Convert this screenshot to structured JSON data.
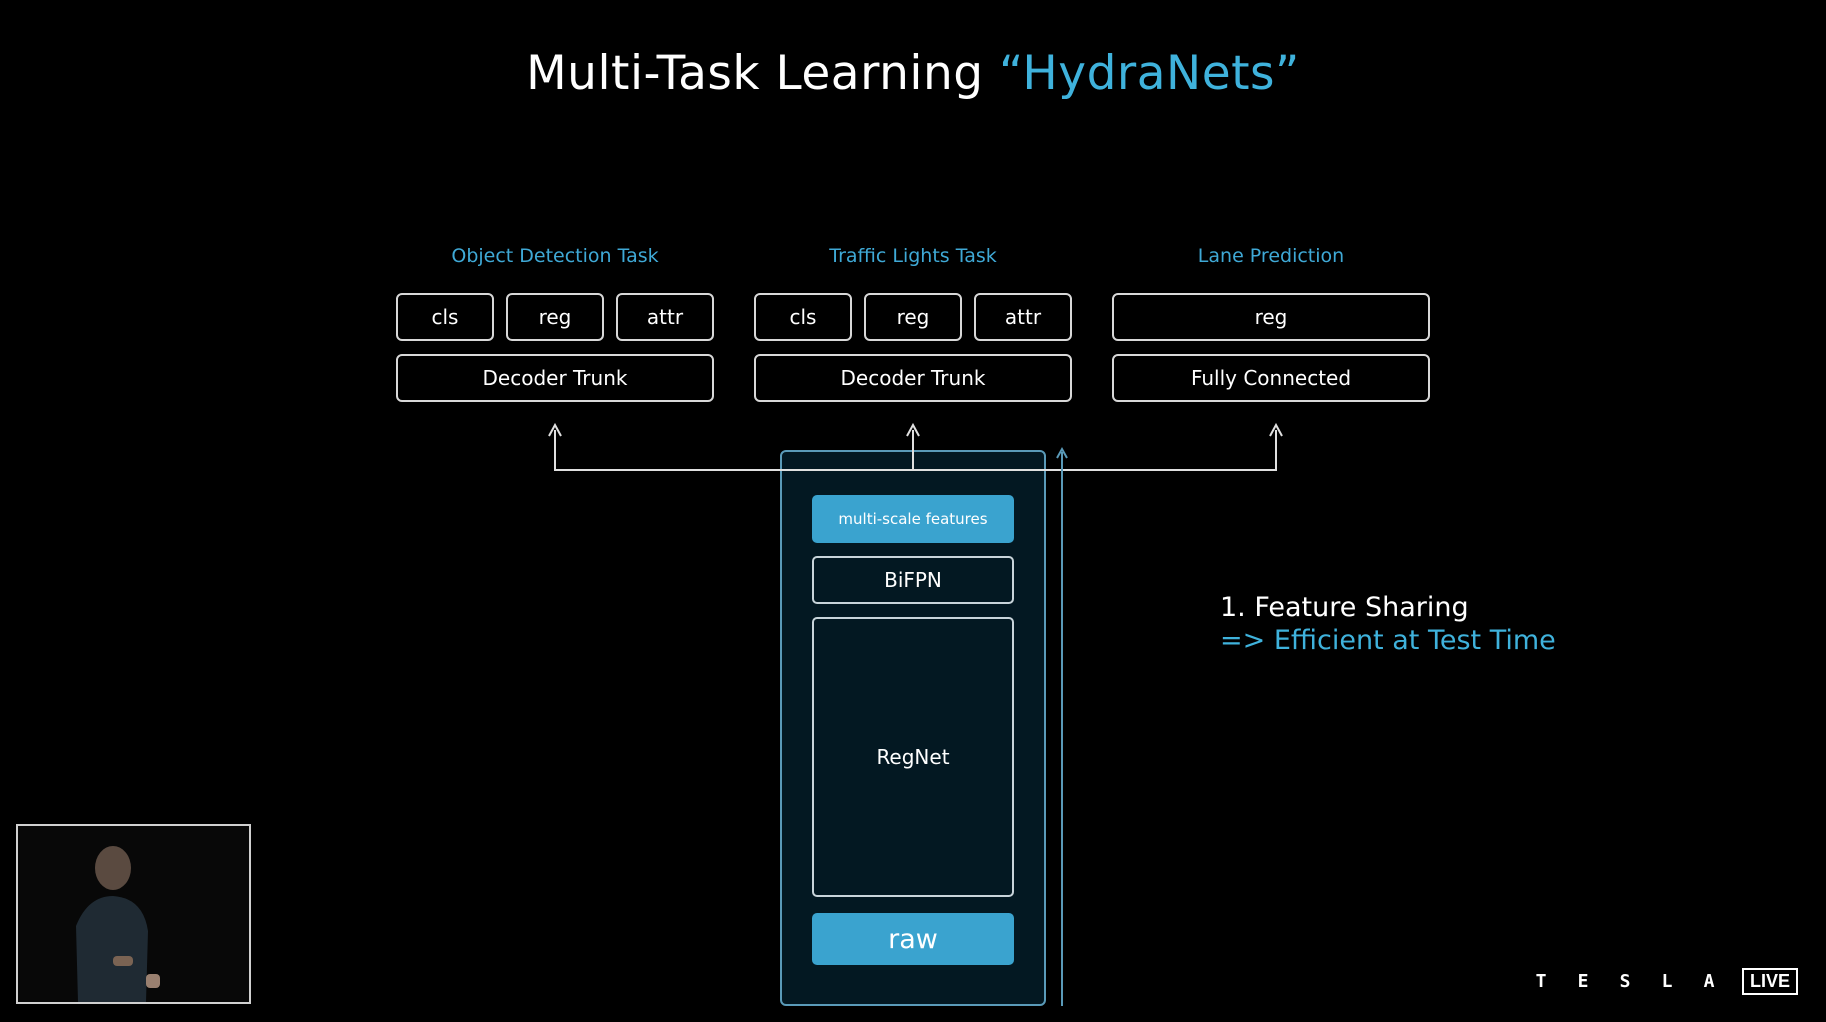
{
  "title": {
    "main": "Multi-Task Learning ",
    "accent": "“HydraNets”"
  },
  "tasks": [
    {
      "label": "Object Detection Task",
      "heads": [
        "cls",
        "reg",
        "attr"
      ],
      "trunk": "Decoder Trunk"
    },
    {
      "label": "Traffic Lights Task",
      "heads": [
        "cls",
        "reg",
        "attr"
      ],
      "trunk": "Decoder Trunk"
    },
    {
      "label": "Lane Prediction",
      "heads": [
        "reg"
      ],
      "trunk": "Fully Connected"
    }
  ],
  "backbone": {
    "features": "multi-scale features",
    "bifpn": "BiFPN",
    "regnet": "RegNet",
    "raw": "raw"
  },
  "note": {
    "line1": "1. Feature Sharing",
    "line2": "=> Efficient at Test Time"
  },
  "branding": {
    "letters": [
      "T",
      "E",
      "S",
      "L",
      "A"
    ],
    "live": "LIVE"
  },
  "colors": {
    "accent": "#3fb2dc",
    "box_border": "#d8d8d8",
    "backbone_fill": "#3aa3cf"
  },
  "icons": {
    "arrows": "up-arrow-icon",
    "speaker": "speaker-video-icon"
  }
}
